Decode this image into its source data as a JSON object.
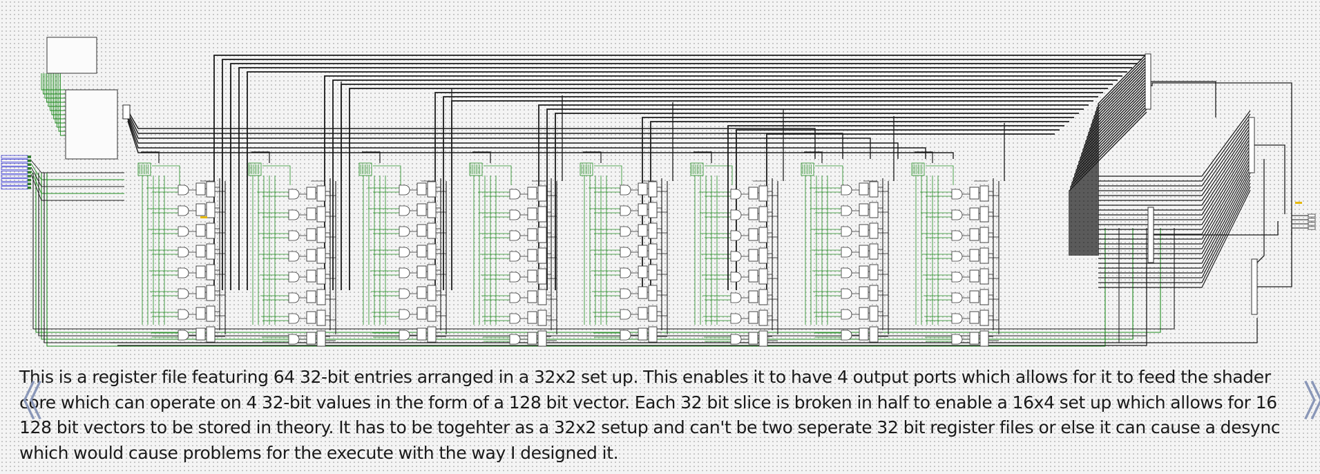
{
  "schematic": {
    "wire_color": "#1a1a1a",
    "signal_color": "#1e8c1e",
    "component_stroke": "#333333",
    "port_color": "#0000cc",
    "highlight_color": "#e6b800",
    "input_pin_count": 9,
    "register_bank_count": 8,
    "registers_per_bank": 8
  },
  "caption": {
    "text": "This is a register file featuring 64 32-bit entries arranged in a 32x2 set up. This enables it to have 4 output ports which allows for it to feed the shader core which can operate on 4 32-bit values in the form of a 128 bit vector. Each 32 bit slice is broken in half to enable a 16x4 set up which allows for 16 128 bit vectors to be stored in theory. It has to be togehter as a 32x2 setup and can't be two seperate 32 bit register files or else it can cause a desync which would cause problems for the execute with the way I designed it."
  },
  "nav": {
    "prev_glyph": "《",
    "next_glyph": "》"
  }
}
